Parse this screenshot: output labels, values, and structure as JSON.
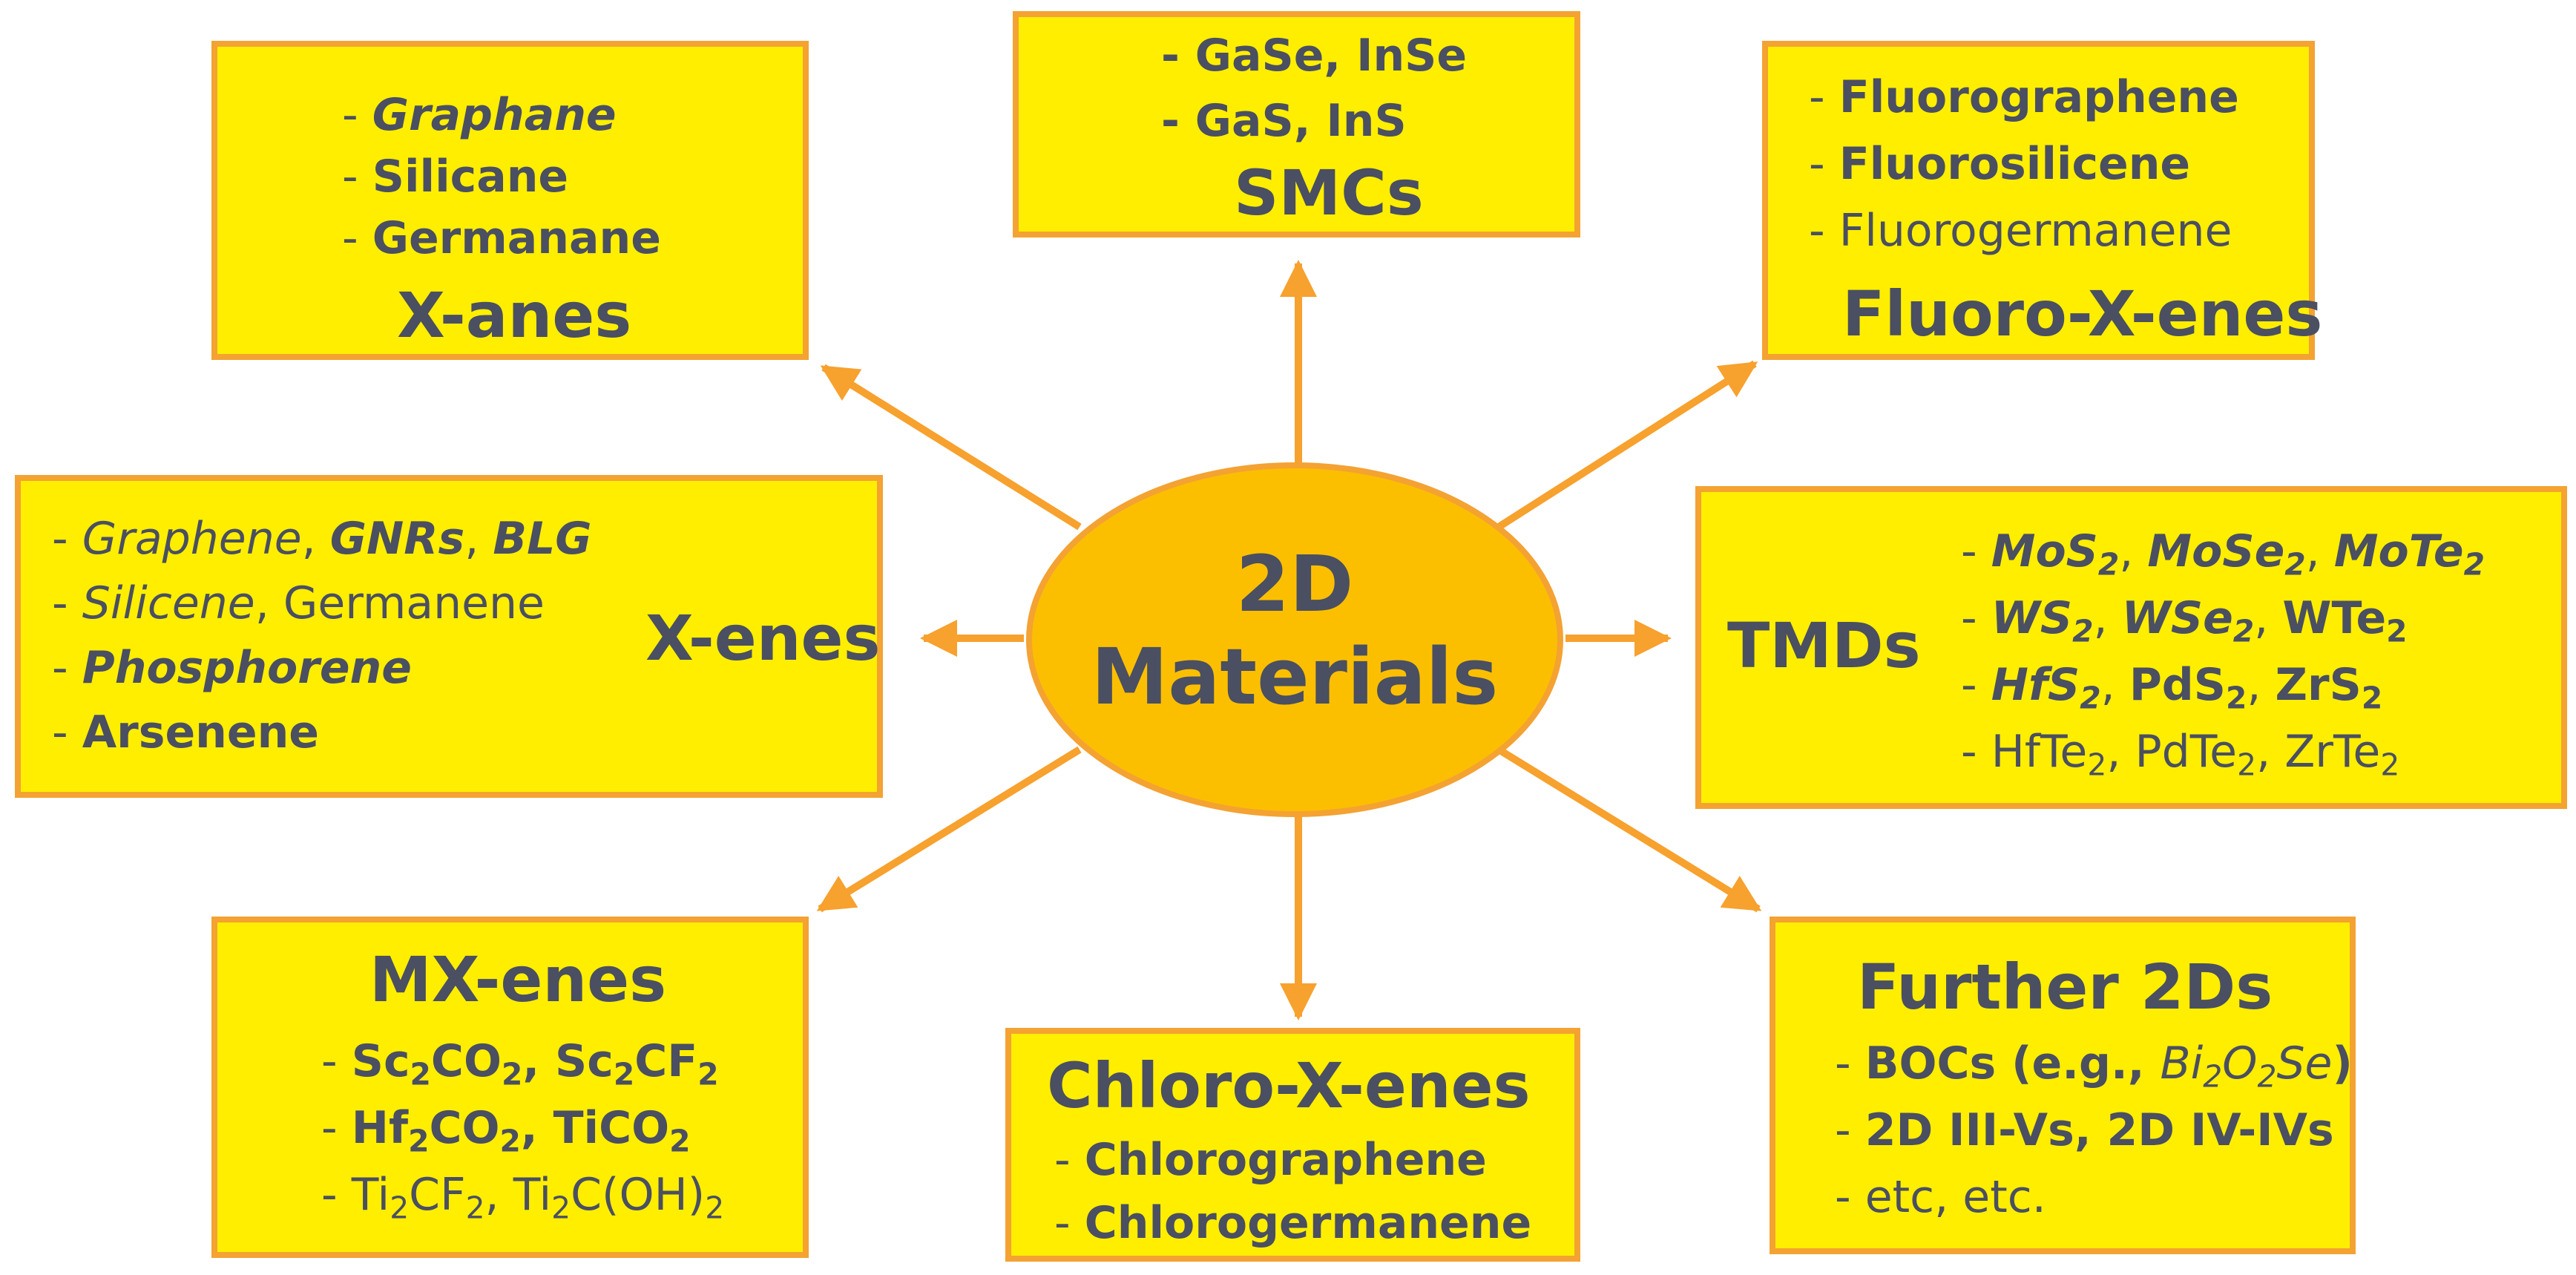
{
  "center": {
    "line1": "2D",
    "line2": "Materials"
  },
  "colors": {
    "box_fill": "#ffee00",
    "box_border": "#f4a232",
    "arrow": "#f7a12e",
    "ellipse_fill": "#fcbf00",
    "text": "#4a4f61"
  },
  "boxes": [
    {
      "id": "x-anes",
      "lines": [
        {
          "runs": [
            {
              "t": "- ",
              "s": ""
            },
            {
              "t": "Graphane",
              "s": "bi"
            }
          ]
        },
        {
          "runs": [
            {
              "t": "- ",
              "s": ""
            },
            {
              "t": "Silicane",
              "s": "b"
            }
          ]
        },
        {
          "runs": [
            {
              "t": "- ",
              "s": ""
            },
            {
              "t": "Germanane",
              "s": "b"
            }
          ]
        },
        {
          "runs": [
            {
              "t": "X-anes",
              "s": "b"
            }
          ]
        }
      ]
    },
    {
      "id": "smcs",
      "lines": [
        {
          "runs": [
            {
              "t": "- GaSe, InSe",
              "s": "b"
            }
          ]
        },
        {
          "runs": [
            {
              "t": "- GaS, InS",
              "s": "b"
            }
          ]
        },
        {
          "runs": [
            {
              "t": "SMCs",
              "s": "b"
            }
          ]
        }
      ]
    },
    {
      "id": "fluoro-x-enes",
      "lines": [
        {
          "runs": [
            {
              "t": "- ",
              "s": ""
            },
            {
              "t": "Fluorographene",
              "s": "b"
            }
          ]
        },
        {
          "runs": [
            {
              "t": "- ",
              "s": ""
            },
            {
              "t": "Fluorosilicene",
              "s": "b"
            }
          ]
        },
        {
          "runs": [
            {
              "t": "- Fluorogermanene",
              "s": ""
            }
          ]
        },
        {
          "runs": [
            {
              "t": "Fluoro-X-enes",
              "s": "b"
            }
          ]
        }
      ]
    },
    {
      "id": "x-enes",
      "lines": [
        {
          "runs": [
            {
              "t": "- ",
              "s": ""
            },
            {
              "t": "Graphene",
              "s": "i"
            },
            {
              "t": ", ",
              "s": ""
            },
            {
              "t": "GNRs",
              "s": "bi"
            },
            {
              "t": ", ",
              "s": ""
            },
            {
              "t": "BLG",
              "s": "bi"
            }
          ]
        },
        {
          "runs": [
            {
              "t": "- ",
              "s": ""
            },
            {
              "t": "Silicene",
              "s": "i"
            },
            {
              "t": ", Germanene",
              "s": ""
            }
          ]
        },
        {
          "runs": [
            {
              "t": "- ",
              "s": ""
            },
            {
              "t": "Phosphorene",
              "s": "bi"
            }
          ]
        },
        {
          "runs": [
            {
              "t": "- ",
              "s": ""
            },
            {
              "t": "Arsenene",
              "s": "b"
            }
          ]
        },
        {
          "runs": [
            {
              "t": "X-enes",
              "s": "b"
            }
          ]
        }
      ]
    },
    {
      "id": "tmds",
      "lines": [
        {
          "runs": [
            {
              "t": "TMDs",
              "s": "b"
            }
          ]
        },
        {
          "runs": [
            {
              "t": "- ",
              "s": ""
            },
            {
              "t": "MoS",
              "s": "bi"
            },
            {
              "t": "2",
              "s": "bi",
              "sub": true
            },
            {
              "t": ", ",
              "s": ""
            },
            {
              "t": "MoSe",
              "s": "bi"
            },
            {
              "t": "2",
              "s": "bi",
              "sub": true
            },
            {
              "t": ", ",
              "s": ""
            },
            {
              "t": "MoTe",
              "s": "bi"
            },
            {
              "t": "2",
              "s": "bi",
              "sub": true
            }
          ]
        },
        {
          "runs": [
            {
              "t": "- ",
              "s": ""
            },
            {
              "t": "WS",
              "s": "bi"
            },
            {
              "t": "2",
              "s": "bi",
              "sub": true
            },
            {
              "t": ", ",
              "s": ""
            },
            {
              "t": "WSe",
              "s": "bi"
            },
            {
              "t": "2",
              "s": "bi",
              "sub": true
            },
            {
              "t": ", ",
              "s": ""
            },
            {
              "t": "WTe",
              "s": "b"
            },
            {
              "t": "2",
              "s": "b",
              "sub": true
            }
          ]
        },
        {
          "runs": [
            {
              "t": "- ",
              "s": ""
            },
            {
              "t": "HfS",
              "s": "bi"
            },
            {
              "t": "2",
              "s": "bi",
              "sub": true
            },
            {
              "t": ", ",
              "s": ""
            },
            {
              "t": "PdS",
              "s": "b"
            },
            {
              "t": "2",
              "s": "b",
              "sub": true
            },
            {
              "t": ", ",
              "s": ""
            },
            {
              "t": "ZrS",
              "s": "b"
            },
            {
              "t": "2",
              "s": "b",
              "sub": true
            }
          ]
        },
        {
          "runs": [
            {
              "t": "- HfTe",
              "s": ""
            },
            {
              "t": "2",
              "s": "",
              "sub": true
            },
            {
              "t": ", PdTe",
              "s": ""
            },
            {
              "t": "2",
              "s": "",
              "sub": true
            },
            {
              "t": ", ZrTe",
              "s": ""
            },
            {
              "t": "2",
              "s": "",
              "sub": true
            }
          ]
        }
      ]
    },
    {
      "id": "mx-enes",
      "lines": [
        {
          "runs": [
            {
              "t": "MX-enes",
              "s": "b"
            }
          ]
        },
        {
          "runs": [
            {
              "t": "- ",
              "s": ""
            },
            {
              "t": "Sc",
              "s": "b"
            },
            {
              "t": "2",
              "s": "b",
              "sub": true
            },
            {
              "t": "CO",
              "s": "b"
            },
            {
              "t": "2",
              "s": "b",
              "sub": true
            },
            {
              "t": ", ",
              "s": "b"
            },
            {
              "t": "Sc",
              "s": "b"
            },
            {
              "t": "2",
              "s": "b",
              "sub": true
            },
            {
              "t": "CF",
              "s": "b"
            },
            {
              "t": "2",
              "s": "b",
              "sub": true
            }
          ]
        },
        {
          "runs": [
            {
              "t": "- ",
              "s": ""
            },
            {
              "t": "Hf",
              "s": "b"
            },
            {
              "t": "2",
              "s": "b",
              "sub": true
            },
            {
              "t": "CO",
              "s": "b"
            },
            {
              "t": "2",
              "s": "b",
              "sub": true
            },
            {
              "t": ", TiCO",
              "s": "b"
            },
            {
              "t": "2",
              "s": "b",
              "sub": true
            }
          ]
        },
        {
          "runs": [
            {
              "t": "- Ti",
              "s": ""
            },
            {
              "t": "2",
              "s": "",
              "sub": true
            },
            {
              "t": "CF",
              "s": ""
            },
            {
              "t": "2",
              "s": "",
              "sub": true
            },
            {
              "t": ", Ti",
              "s": ""
            },
            {
              "t": "2",
              "s": "",
              "sub": true
            },
            {
              "t": "C(OH)",
              "s": ""
            },
            {
              "t": "2",
              "s": "",
              "sub": true
            }
          ]
        }
      ]
    },
    {
      "id": "chloro-x-enes",
      "lines": [
        {
          "runs": [
            {
              "t": "Chloro-X-enes",
              "s": "b"
            }
          ]
        },
        {
          "runs": [
            {
              "t": "- ",
              "s": ""
            },
            {
              "t": "Chlorographene",
              "s": "b"
            }
          ]
        },
        {
          "runs": [
            {
              "t": "- ",
              "s": ""
            },
            {
              "t": "Chlorogermanene",
              "s": "b"
            }
          ]
        }
      ]
    },
    {
      "id": "further-2ds",
      "lines": [
        {
          "runs": [
            {
              "t": "Further 2Ds",
              "s": "b"
            }
          ]
        },
        {
          "runs": [
            {
              "t": "- ",
              "s": ""
            },
            {
              "t": "BOCs (e.g., ",
              "s": "b"
            },
            {
              "t": "Bi",
              "s": "i"
            },
            {
              "t": "2",
              "s": "i",
              "sub": true
            },
            {
              "t": "O",
              "s": "i"
            },
            {
              "t": "2",
              "s": "i",
              "sub": true
            },
            {
              "t": "Se",
              "s": "i"
            },
            {
              "t": ")",
              "s": "b"
            }
          ]
        },
        {
          "runs": [
            {
              "t": "- ",
              "s": ""
            },
            {
              "t": "2D III-Vs, 2D IV-IVs",
              "s": "b"
            }
          ]
        },
        {
          "runs": [
            {
              "t": "- etc, etc.",
              "s": ""
            }
          ]
        }
      ]
    }
  ]
}
